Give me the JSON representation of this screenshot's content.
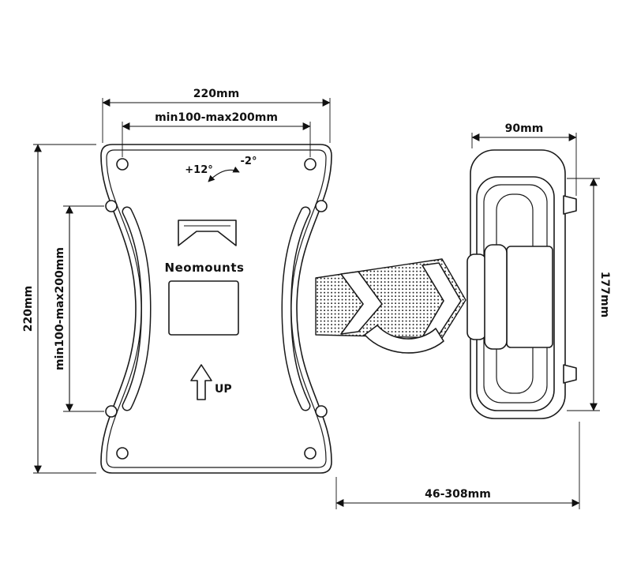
{
  "diagram": {
    "brand": "Neomounts",
    "up_label": "UP",
    "tilt_up": "+12°",
    "tilt_down": "-2°",
    "dim_plate_width": "220mm",
    "dim_vesa_width": "min100-max200mm",
    "dim_plate_height": "220mm",
    "dim_vesa_height": "min100-max200mm",
    "dim_bracket_width": "90mm",
    "dim_bracket_height": "177mm",
    "dim_extension": "46-308mm",
    "line_color": "#1a1a1a",
    "background": "#ffffff"
  }
}
